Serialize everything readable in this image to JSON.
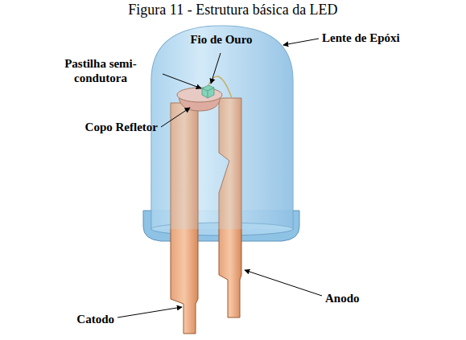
{
  "diagram": {
    "title": "Figura 11 - Estrutura básica da LED",
    "labels": [
      "Fio de Ouro",
      "Pastilha semi-condutora",
      "Copo Refletor",
      "Lente de Epóxi",
      "Anodo",
      "Catodo"
    ]
  }
}
